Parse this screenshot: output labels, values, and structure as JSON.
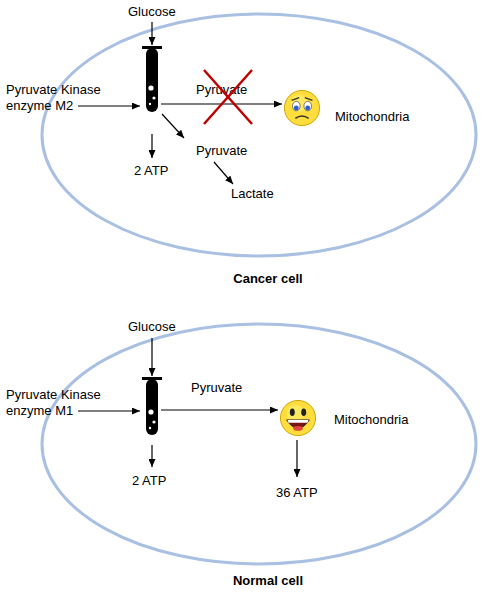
{
  "diagram": {
    "nodes": [
      {
        "text": [
          "Cancer cell"
        ]
      },
      {
        "text": [
          "Mitochondria"
        ],
        "in": 0
      },
      {
        "text": [
          "Normal cell"
        ]
      },
      {
        "text": [
          "Mitochondria"
        ],
        "in": 2
      }
    ],
    "labels": [
      "Glucose",
      "Pyruvate Kinase enzyme M2",
      "Pyruvate",
      "2 ATP",
      "Pyruvate",
      "Lactate",
      "Glucose",
      "Pyruvate Kinase enzyme M1",
      "Pyruvate",
      "2 ATP",
      "36 ATP"
    ]
  }
}
